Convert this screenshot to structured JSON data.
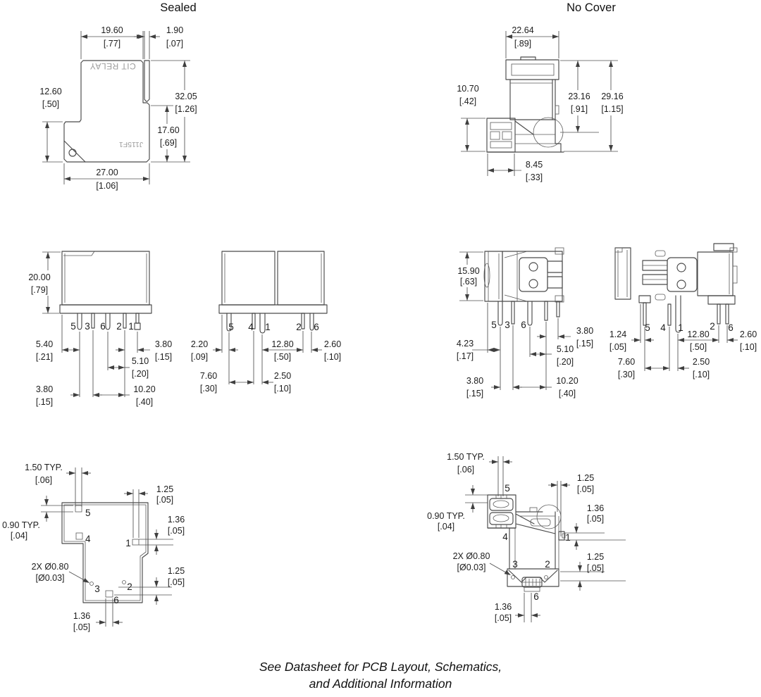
{
  "titles": {
    "sealed": "Sealed",
    "no_cover": "No Cover"
  },
  "branding": {
    "brand": "CIT RELAY",
    "model": "J115F1"
  },
  "footer": {
    "line1": "See Datasheet for PCB Layout, Schematics,",
    "line2": "and Additional Information"
  },
  "colors": {
    "line": "#4a4a4a",
    "text": "#1d1d1d",
    "brand_gray": "#9c9c9c"
  },
  "views": {
    "sealed_outline": {
      "dims": {
        "top_width": {
          "mm": "19.60",
          "in": "[.77]"
        },
        "tab_width": {
          "mm": "1.90",
          "in": "[.07]"
        },
        "left_height": {
          "mm": "12.60",
          "in": "[.50]"
        },
        "total_height": {
          "mm": "32.05",
          "in": "[1.26]"
        },
        "lower_height": {
          "mm": "17.60",
          "in": "[.69]"
        },
        "bottom_width": {
          "mm": "27.00",
          "in": "[1.06]"
        }
      }
    },
    "no_cover_outline": {
      "dims": {
        "top_width": {
          "mm": "22.64",
          "in": "[.89]"
        },
        "base_height": {
          "mm": "10.70",
          "in": "[.42]"
        },
        "body_height": {
          "mm": "23.16",
          "in": "[.91]"
        },
        "total_height": {
          "mm": "29.16",
          "in": "[1.15]"
        },
        "base_width": {
          "mm": "8.45",
          "in": "[.33]"
        }
      }
    },
    "sealed_front": {
      "pins": [
        "5",
        "3",
        "6",
        "2",
        "1"
      ],
      "dims": {
        "height": {
          "mm": "20.00",
          "in": "[.79]"
        },
        "edge_to_pin": {
          "mm": "5.40",
          "in": "[.21]"
        },
        "pin_gap_right": {
          "mm": "3.80",
          "in": "[.15]"
        },
        "pin_gap_mid": {
          "mm": "5.10",
          "in": "[.20]"
        },
        "pin_gap_left": {
          "mm": "3.80",
          "in": "[.15]"
        },
        "pin_span": {
          "mm": "10.20",
          "in": "[.40]"
        }
      }
    },
    "sealed_side": {
      "pins": [
        "5",
        "4",
        "1",
        "2",
        "6"
      ],
      "dims": {
        "edge_to_pin": {
          "mm": "2.20",
          "in": "[.09]"
        },
        "pin_span": {
          "mm": "12.80",
          "in": "[.50]"
        },
        "pin_gap_right": {
          "mm": "2.60",
          "in": "[.10]"
        },
        "pin_gap_left": {
          "mm": "7.60",
          "in": "[.30]"
        },
        "pin_gap_mid": {
          "mm": "2.50",
          "in": "[.10]"
        }
      }
    },
    "no_cover_front": {
      "pins": [
        "5",
        "3",
        "6"
      ],
      "dims": {
        "height": {
          "mm": "15.90",
          "in": "[.63]"
        },
        "edge_to_pin": {
          "mm": "4.23",
          "in": "[.17]"
        },
        "pin_gap_right": {
          "mm": "3.80",
          "in": "[.15]"
        },
        "pin_gap_mid": {
          "mm": "5.10",
          "in": "[.20]"
        },
        "pin_gap_left": {
          "mm": "3.80",
          "in": "[.15]"
        },
        "pin_span": {
          "mm": "10.20",
          "in": "[.40]"
        }
      }
    },
    "no_cover_side": {
      "pins": [
        "5",
        "4",
        "1",
        "2",
        "6"
      ],
      "dims": {
        "edge_to_pin": {
          "mm": "1.24",
          "in": "[.05]"
        },
        "pin_span": {
          "mm": "12.80",
          "in": "[.50]"
        },
        "pin_gap_right": {
          "mm": "2.60",
          "in": "[.10]"
        },
        "pin_gap_left": {
          "mm": "7.60",
          "in": "[.30]"
        },
        "pin_gap_mid": {
          "mm": "2.50",
          "in": "[.10]"
        }
      }
    },
    "sealed_bottom": {
      "pins": {
        "p5": "5",
        "p4": "4",
        "p1": "1",
        "p3": "3",
        "p2": "2",
        "p6": "6"
      },
      "dims": {
        "pad_width_typ": {
          "mm": "1.50 TYP.",
          "in": "[.06]"
        },
        "pad1_width": {
          "mm": "1.25",
          "in": "[.05]"
        },
        "pad_height_typ": {
          "mm": "0.90 TYP.",
          "in": "[.04]"
        },
        "hole_dia": {
          "mm": "2X Ø0.80",
          "in": "[Ø0.03]"
        },
        "pad1_height": {
          "mm": "1.36",
          "in": "[.05]"
        },
        "pad2_height": {
          "mm": "1.25",
          "in": "[.05]"
        },
        "pad6_width": {
          "mm": "1.36",
          "in": "[.05]"
        }
      }
    },
    "no_cover_bottom": {
      "pins": {
        "p5": "5",
        "p4": "4",
        "p1": "1",
        "p3": "3",
        "p2": "2",
        "p6": "6"
      },
      "dims": {
        "pad_width_typ": {
          "mm": "1.50 TYP.",
          "in": "[.06]"
        },
        "pad1_width": {
          "mm": "1.25",
          "in": "[.05]"
        },
        "pad_height_typ": {
          "mm": "0.90 TYP.",
          "in": "[.04]"
        },
        "hole_dia": {
          "mm": "2X Ø0.80",
          "in": "[Ø0.03]"
        },
        "pad1_height": {
          "mm": "1.36",
          "in": "[.05]"
        },
        "pad2_height": {
          "mm": "1.25",
          "in": "[.05]"
        },
        "pad6_width": {
          "mm": "1.36",
          "in": "[.05]"
        }
      }
    }
  }
}
